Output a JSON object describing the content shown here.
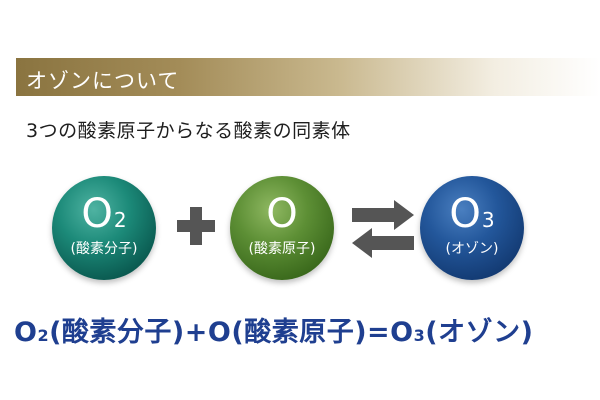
{
  "banner": {
    "title": "オゾンについて"
  },
  "subtitle": "3つの酸素原子からなる酸素の同素体",
  "molecules": {
    "o2": {
      "symbol": "O",
      "sub": "2",
      "label": "(酸素分子)"
    },
    "o": {
      "symbol": "O",
      "label": "(酸素原子)"
    },
    "o3": {
      "symbol": "O",
      "sub": "3",
      "label": "(オゾン)"
    }
  },
  "operators": {
    "plus_icon": "plus-icon",
    "arrows_icon": "equilibrium-arrows-icon"
  },
  "equation": {
    "o2_symbol": "O",
    "o2_sub": "2",
    "o2_name": "(酸素分子)",
    "plus": "+",
    "o_symbol": "O",
    "o_name": "(酸素原子)",
    "equals": "=",
    "o3_symbol": "O",
    "o3_sub": "3",
    "o3_name": "(オゾン)"
  },
  "colors": {
    "banner_gold": "#8a7440",
    "o2_ball": "#1c8a79",
    "o_ball": "#5d8f35",
    "o3_ball": "#23579b",
    "equation_text": "#1f3f90",
    "operator_gray": "#555555"
  }
}
